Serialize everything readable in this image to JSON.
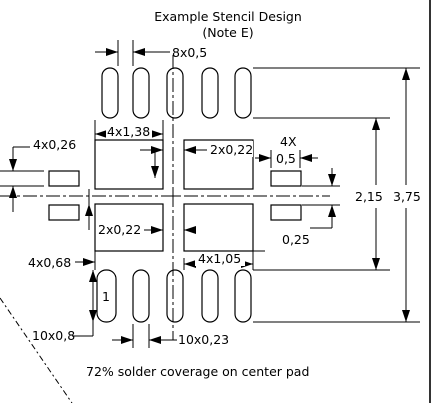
{
  "title": {
    "line1": "Example Stencil Design",
    "line2": "(Note E)"
  },
  "labels": {
    "top_pads": "8x0,5",
    "left_top_pad": "4x0,26",
    "center_width": "4x1,38",
    "center_gap_right": "2x0,22",
    "pitch_count": "4X",
    "pitch": "0,5",
    "center_gap_left": "2x0,22",
    "span_inner": "2,15",
    "span_outer": "3,75",
    "side_pad_gap": "0,25",
    "center_height": "4x1,05",
    "corner_pad": "4x0,68",
    "pad_number": "1",
    "bottom_pads": "10x0,8",
    "bottom_pad_width": "10x0,23",
    "coverage_note": "72% solder coverage on center pad"
  }
}
